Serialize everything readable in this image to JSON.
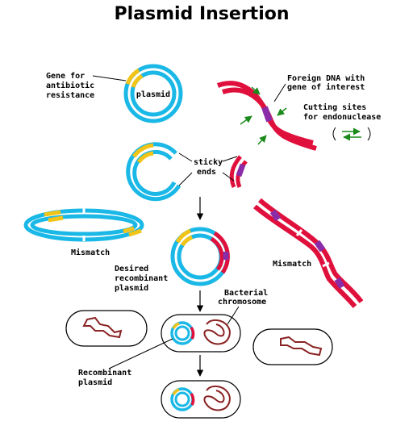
{
  "title": "Plasmid Insertion",
  "labels": {
    "gene_line1": "Gene for",
    "gene_line2": "antibiotic",
    "gene_line3": "resistance",
    "plasmid": "plasmid",
    "foreign_line1": "Foreign DNA with",
    "foreign_line2": "gene of interest",
    "cutting_line1": "Cutting sites",
    "cutting_line2": "for endonuclease",
    "sticky_line1": "sticky",
    "sticky_line2": "ends",
    "mismatch_left": "Mismatch",
    "mismatch_right": "Mismatch",
    "desired_line1": "Desired",
    "desired_line2": "recombinant",
    "desired_line3": "plasmid",
    "bacterial_line1": "Bacterial",
    "bacterial_line2": "chromosome",
    "recombinant_line1": "Recombinant",
    "recombinant_line2": "plasmid"
  },
  "colors": {
    "plasmid_blue": "#1ab8e6",
    "gene_yellow": "#f2c418",
    "foreign_red": "#e0103c",
    "cut_purple": "#8a2ca8",
    "arrow_green": "#1a8a1a",
    "chromosome_brown": "#8a2323"
  }
}
